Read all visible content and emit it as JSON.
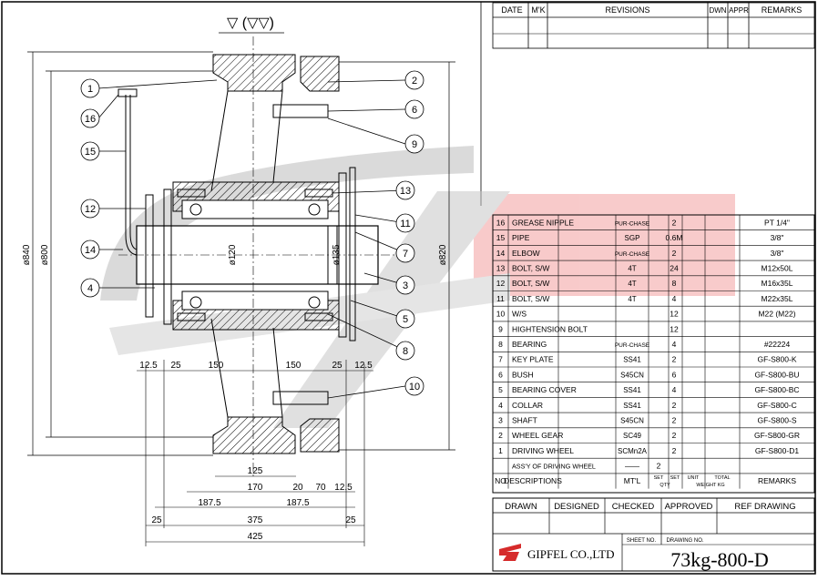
{
  "revisions": {
    "headers": [
      "DATE",
      "M'K",
      "REVISIONS",
      "DWN",
      "APPR",
      "REMARKS"
    ]
  },
  "surface_mark": "▽ (▽▽)",
  "part_callouts": [
    "1",
    "2",
    "3",
    "4",
    "5",
    "6",
    "7",
    "8",
    "9",
    "10",
    "11",
    "12",
    "13",
    "14",
    "15",
    "16"
  ],
  "dimensions": {
    "vertical": [
      "ø840",
      "ø800",
      "ø820",
      "ø120",
      "ø135"
    ],
    "horizontal": [
      "12.5",
      "25",
      "150",
      "150",
      "25",
      "12.5",
      "125",
      "170",
      "20",
      "70",
      "12.5",
      "187.5",
      "187.5",
      "25",
      "375",
      "25",
      "425"
    ]
  },
  "bom": {
    "rows": [
      {
        "no": "16",
        "desc": "GREASE NIPPLE",
        "mat": "PUR-CHASE",
        "qty_a": "",
        "qty_b": "2",
        "remarks": "PT 1/4\""
      },
      {
        "no": "15",
        "desc": "PIPE",
        "mat": "SGP",
        "qty_a": "",
        "qty_b": "0.6M",
        "remarks": "3/8\""
      },
      {
        "no": "14",
        "desc": "ELBOW",
        "mat": "PUR-CHASE",
        "qty_a": "",
        "qty_b": "2",
        "remarks": "3/8\""
      },
      {
        "no": "13",
        "desc": "BOLT, S/W",
        "mat": "4T",
        "qty_a": "",
        "qty_b": "24",
        "remarks": "M12x50L"
      },
      {
        "no": "12",
        "desc": "BOLT, S/W",
        "mat": "4T",
        "qty_a": "",
        "qty_b": "8",
        "remarks": "M16x35L"
      },
      {
        "no": "11",
        "desc": "BOLT, S/W",
        "mat": "4T",
        "qty_a": "",
        "qty_b": "4",
        "remarks": "M22x35L"
      },
      {
        "no": "10",
        "desc": "W/S",
        "mat": "",
        "qty_a": "",
        "qty_b": "12",
        "remarks": "M22 (M22)"
      },
      {
        "no": "9",
        "desc": "HIGHTENSION BOLT",
        "mat": "",
        "qty_a": "",
        "qty_b": "12",
        "remarks": ""
      },
      {
        "no": "8",
        "desc": "BEARING",
        "mat": "PUR-CHASE",
        "qty_a": "",
        "qty_b": "4",
        "remarks": "#22224"
      },
      {
        "no": "7",
        "desc": "KEY PLATE",
        "mat": "SS41",
        "qty_a": "",
        "qty_b": "2",
        "remarks": "GF-S800-K"
      },
      {
        "no": "6",
        "desc": "BUSH",
        "mat": "S45CN",
        "qty_a": "",
        "qty_b": "6",
        "remarks": "GF-S800-BU"
      },
      {
        "no": "5",
        "desc": "BEARING COVER",
        "mat": "SS41",
        "qty_a": "",
        "qty_b": "4",
        "remarks": "GF-S800-BC"
      },
      {
        "no": "4",
        "desc": "COLLAR",
        "mat": "SS41",
        "qty_a": "",
        "qty_b": "2",
        "remarks": "GF-S800-C"
      },
      {
        "no": "3",
        "desc": "SHAFT",
        "mat": "S45CN",
        "qty_a": "",
        "qty_b": "2",
        "remarks": "GF-S800-S"
      },
      {
        "no": "2",
        "desc": "WHEEL GEAR",
        "mat": "SC49",
        "qty_a": "",
        "qty_b": "2",
        "remarks": "GF-S800-GR"
      },
      {
        "no": "1",
        "desc": "DRIVING WHEEL",
        "mat": "SCMn2A",
        "qty_a": "",
        "qty_b": "2",
        "remarks": "GF-S800-D1"
      },
      {
        "no": "",
        "desc": "ASS'Y OF DRIVING WHEEL",
        "mat": "——",
        "qty_a": "2",
        "qty_b": "",
        "remarks": ""
      }
    ],
    "header": {
      "no": "NO",
      "desc": "DESCRIPTIONS",
      "mat": "MT'L",
      "set1": "SET",
      "set2": "SET",
      "unit": "UNIT",
      "total": "TOTAL",
      "qty": "QTY",
      "weight": "WEIGHT KG",
      "remarks": "REMARKS"
    }
  },
  "title_block": {
    "headers": [
      "DRAWN",
      "DESIGNED",
      "CHECKED",
      "APPROVED",
      "REF DRAWING"
    ],
    "sheet_no_label": "SHEET NO.",
    "drawing_no_label": "DRAWING NO.",
    "company": "GIPFEL CO.,LTD",
    "drawing_no": "73kg-800-D"
  },
  "colors": {
    "watermark_red": "#e53b3b",
    "watermark_grey": "#b8b8b8",
    "line": "#000000"
  }
}
